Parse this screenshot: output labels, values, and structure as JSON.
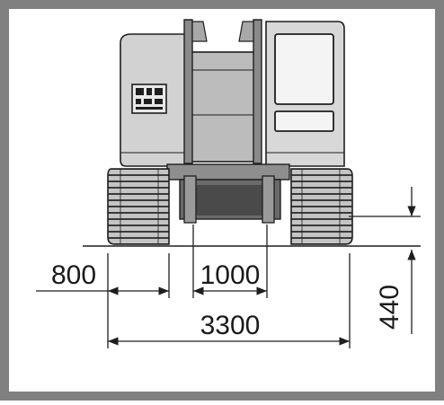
{
  "colors": {
    "frame": "#808080",
    "machine_light": "#d9d9d9",
    "machine_mid": "#b0b0b0",
    "machine_dark": "#5a5a5a",
    "outline": "#1e1e1e"
  },
  "icons": {
    "machine": "excavator-front-view",
    "control_panel": "control-panel-icon"
  },
  "dimensions": {
    "track_width": "800",
    "track_gap": "1000",
    "overall_width": "3300",
    "ground_clearance": "440"
  }
}
